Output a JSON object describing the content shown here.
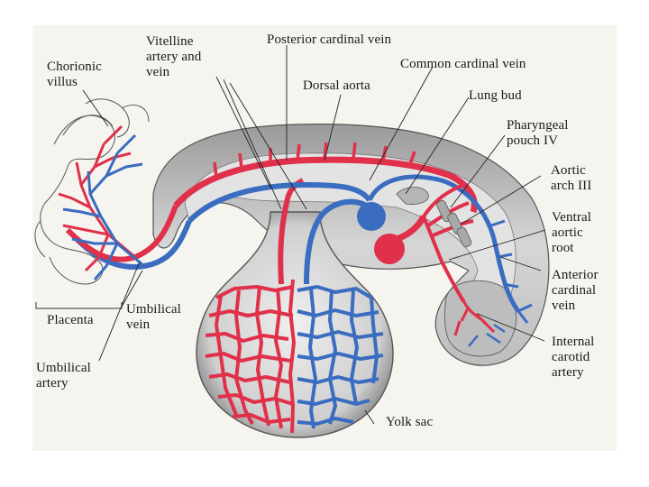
{
  "labels": {
    "chorionic_villus": "Chorionic\nvillus",
    "vitelline": "Vitelline\nartery and\nvein",
    "posterior_cardinal": "Posterior cardinal vein",
    "common_cardinal": "Common cardinal vein",
    "dorsal_aorta": "Dorsal aorta",
    "lung_bud": "Lung bud",
    "pharyngeal_pouch": "Pharyngeal\npouch IV",
    "aortic_arch": "Aortic\narch III",
    "ventral_aortic_root": "Ventral\naortic\nroot",
    "anterior_cardinal": "Anterior\ncardinal\nvein",
    "internal_carotid": "Internal\ncarotid\nartery",
    "umbilical_vein": "Umbilical\nvein",
    "placenta": "Placenta",
    "umbilical_artery": "Umbilical\nartery",
    "yolk_sac": "Yolk sac"
  },
  "colors": {
    "artery": "#e0304a",
    "vein": "#3a6cc0",
    "tissue": "#c8c8c8",
    "tissue_dark": "#9a9a9a",
    "background": "#f6f4ef"
  }
}
